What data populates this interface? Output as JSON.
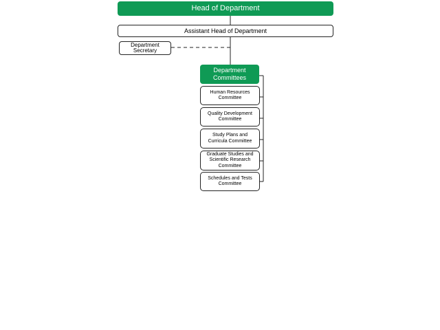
{
  "diagram": {
    "head": "Head of Department",
    "assistant": "Assistant Head of Department",
    "secretary": "Department Secretary",
    "committees_title": "Department Committees",
    "committees": [
      "Human Resources Committee",
      "Quality Development Committee",
      "Study Plans and Curricula Committee",
      "Graduate Studies and Scientific Research Committee",
      "Schedules and Tests Committee"
    ]
  },
  "colors": {
    "accent_green": "#0f9a55",
    "line": "#222222"
  }
}
